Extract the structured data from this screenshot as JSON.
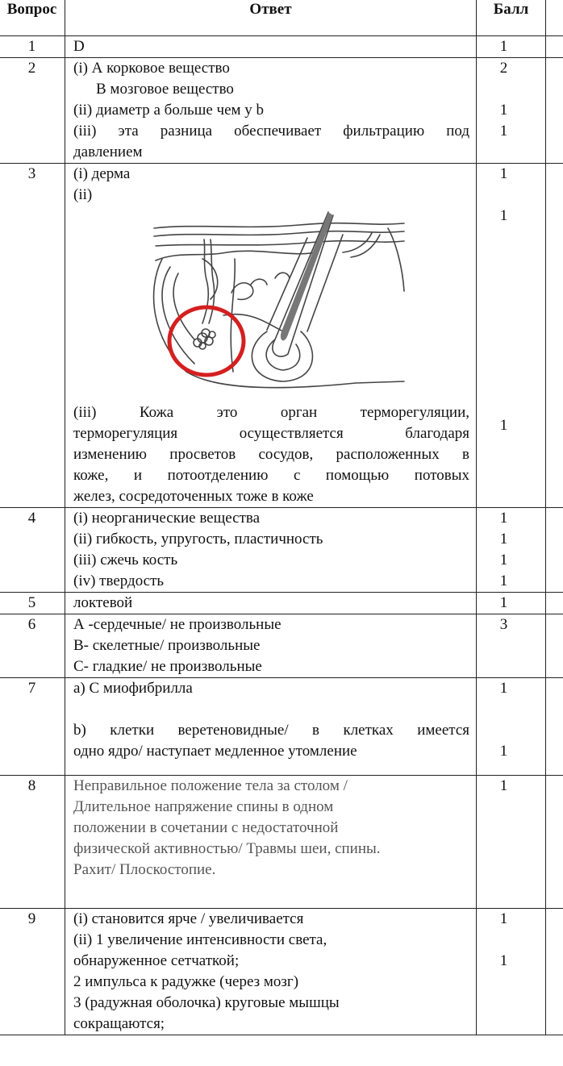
{
  "headers": {
    "question": "Вопрос",
    "answer": "Ответ",
    "score": "Балл"
  },
  "rows": [
    {
      "num": "1",
      "answer": [
        "D"
      ],
      "score": [
        "1"
      ]
    },
    {
      "num": "2",
      "answer": [
        "(i) А корковое вещество",
        "В мозговое вещество",
        "(ii) диаметр а больше чем у b",
        "(iii) эта разница обеспечивает фильтрацию под",
        "давлением"
      ],
      "score": [
        "2",
        "",
        "1",
        "1"
      ]
    },
    {
      "num": "3",
      "answer": [
        "(i) дерма",
        "(ii)",
        "(iii) Кожа это орган терморегуляции,",
        "терморегуляция осуществляется благодаря",
        "изменению просветов сосудов, расположенных в",
        "коже, и потоотделению с помощью потовых",
        "желез, сосредоточенных тоже в коже"
      ],
      "score": [
        "1",
        "1",
        "1"
      ]
    },
    {
      "num": "4",
      "answer": [
        "(i) неорганические вещества",
        "(ii) гибкость, упругость, пластичность",
        "(iii) сжечь кость",
        "(iv) твердость"
      ],
      "score": [
        "1",
        "1",
        "1",
        "1"
      ]
    },
    {
      "num": "5",
      "answer": [
        "локтевой"
      ],
      "score": [
        "1"
      ]
    },
    {
      "num": "6",
      "answer": [
        "А -сердечные/ не произвольные",
        "В- скелетные/ произвольные",
        "С- гладкие/ не произвольные"
      ],
      "score": [
        "3"
      ]
    },
    {
      "num": "7",
      "answer": [
        "a) С миофибрилла",
        "b) клетки веретеновидные/ в клетках имеется",
        "одно ядро/ наступает медленное утомление"
      ],
      "score": [
        "1",
        "1"
      ]
    },
    {
      "num": "8",
      "answer": [
        "Неправильное положение тела за столом /",
        "Длительное напряжение спины в одном",
        "положении в сочетании с недостаточной",
        "физической активностью/ Травмы шеи, спины.",
        "Рахит/ Плоскостопие."
      ],
      "score": [
        "1"
      ]
    },
    {
      "num": "9",
      "answer": [
        "(i) становится ярче / увеличивается",
        "(ii) 1 увеличение интенсивности света,",
        "обнаруженное сетчаткой;",
        "2 импульса к радужке (через мозг)",
        "3 (радужная оболочка) круговые мышцы",
        "сокращаются;"
      ],
      "score": [
        "1",
        "1"
      ]
    }
  ],
  "figure": {
    "icon": "skin-cross-section-diagram",
    "highlight_color": "#d42020"
  }
}
